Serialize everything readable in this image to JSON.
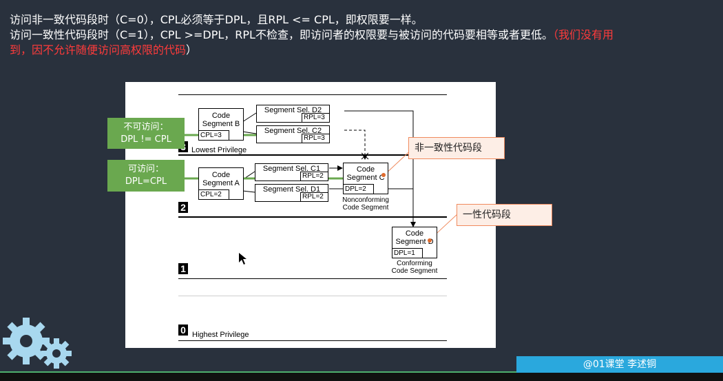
{
  "header": {
    "line1": "访问非一致代码段时（C=0），CPL必须等于DPL，且RPL <= CPL，即权限要一样。",
    "line2_white": "访问一致性代码段时（C=1），CPL >=DPL，RPL不检查，即访问者的权限要与被访问的代码要相等或者更低。",
    "line2_red": "（我们没有用",
    "line3_red": "到，因不允许随便访问高权限的代码",
    "line3_end": "）"
  },
  "diagram": {
    "rings": [
      "3",
      "2",
      "1",
      "0"
    ],
    "ring3_label": "Lowest Privilege",
    "ring0_label": "Highest Privilege",
    "code_b": {
      "title1": "Code",
      "title2": "Segment B",
      "field": "CPL=3"
    },
    "code_a": {
      "title1": "Code",
      "title2": "Segment A",
      "field": "CPL=2"
    },
    "code_c": {
      "title1": "Code",
      "title2": "Segment C",
      "field": "DPL=2",
      "cap1": "Nonconforming",
      "cap2": "Code Segment"
    },
    "code_d": {
      "title1": "Code",
      "title2": "Segment D",
      "field": "DPL=1",
      "cap1": "Conforming",
      "cap2": "Code Segment"
    },
    "sel_d2": {
      "name": "Segment Sel. D2",
      "rpl": "RPL=3"
    },
    "sel_c2": {
      "name": "Segment Sel. C2",
      "rpl": "RPL=3"
    },
    "sel_c1": {
      "name": "Segment Sel. C1",
      "rpl": "RPL=2"
    },
    "sel_d1": {
      "name": "Segment Sel. D1",
      "rpl": "RPL=2"
    }
  },
  "annotations": {
    "no_access": {
      "line1": "不可访问：",
      "line2": "DPL != CPL"
    },
    "access": {
      "line1": "可访问：",
      "line2": "DPL=CPL"
    },
    "nonconforming": "非一致性代码段",
    "conforming": "一性代码段"
  },
  "footer": {
    "credit": "@01课堂 李述铜"
  },
  "colors": {
    "background": "#29313d",
    "green": "#6aa84f",
    "red": "#ff3b3b",
    "banner": "#2aa8dd",
    "callout_border": "#f08a5d"
  }
}
